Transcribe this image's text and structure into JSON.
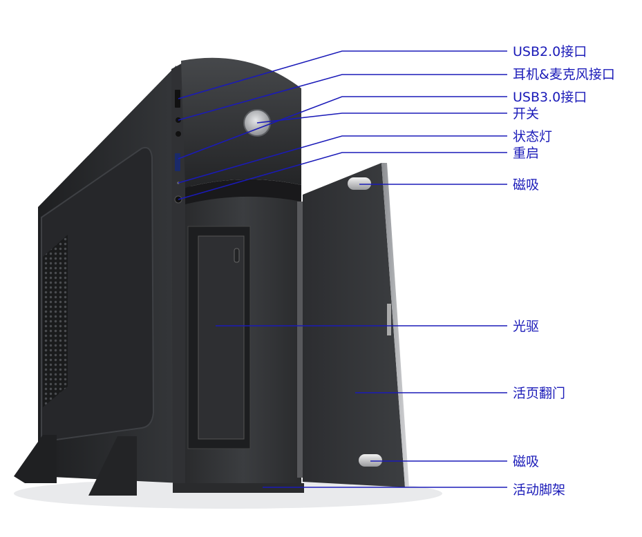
{
  "line_color": "#1a1ab8",
  "case_color": "#2b2c2e",
  "callouts": [
    {
      "id": "usb2",
      "label": "USB2.0接口"
    },
    {
      "id": "audio",
      "label": "耳机&麦克风接口"
    },
    {
      "id": "usb3",
      "label": "USB3.0接口"
    },
    {
      "id": "power",
      "label": "开关"
    },
    {
      "id": "led",
      "label": "状态灯"
    },
    {
      "id": "reset",
      "label": "重启"
    },
    {
      "id": "magnet-top",
      "label": "磁吸"
    },
    {
      "id": "optical",
      "label": "光驱"
    },
    {
      "id": "door",
      "label": "活页翻门"
    },
    {
      "id": "magnet-bottom",
      "label": "磁吸"
    },
    {
      "id": "stand",
      "label": "活动脚架"
    }
  ]
}
